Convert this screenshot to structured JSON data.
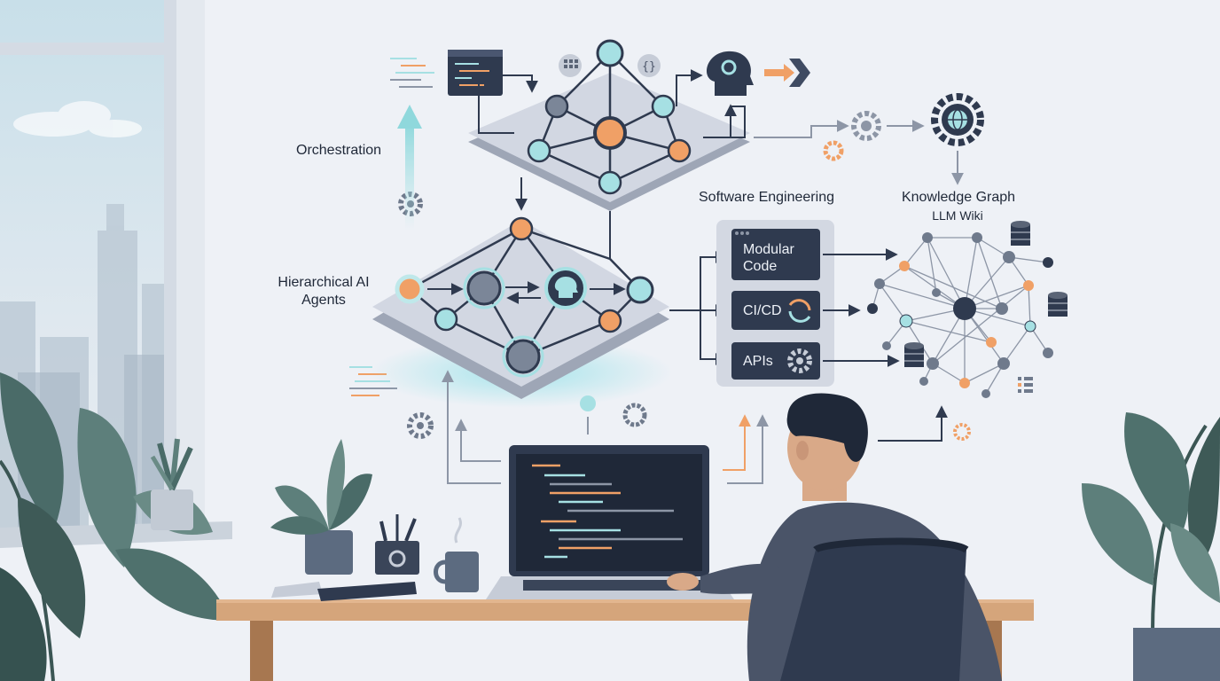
{
  "labels": {
    "orchestration": "Orchestration",
    "hierarchical_line1": "Hierarchical AI",
    "hierarchical_line2": "Agents",
    "software_engineering": "Software Engineering",
    "knowledge_graph": "Knowledge Graph",
    "llm_wiki": "LLM Wiki"
  },
  "software_boxes": {
    "modular_line1": "Modular",
    "modular_line2": "Code",
    "cicd": "CI/CD",
    "apis": "APIs"
  },
  "icons": [
    "gear-icon",
    "brain-gear-icon",
    "chevron-arrow-icon",
    "globe-gear-icon",
    "code-window-icon",
    "database-icon",
    "refresh-icon",
    "calculator-icon",
    "brackets-icon",
    "laptop-icon"
  ],
  "colors": {
    "accent_orange": "#f0a066",
    "accent_teal": "#a5dfe0",
    "navy": "#2f3a4f",
    "platform": "#c9cedb",
    "background": "#eef1f6"
  }
}
